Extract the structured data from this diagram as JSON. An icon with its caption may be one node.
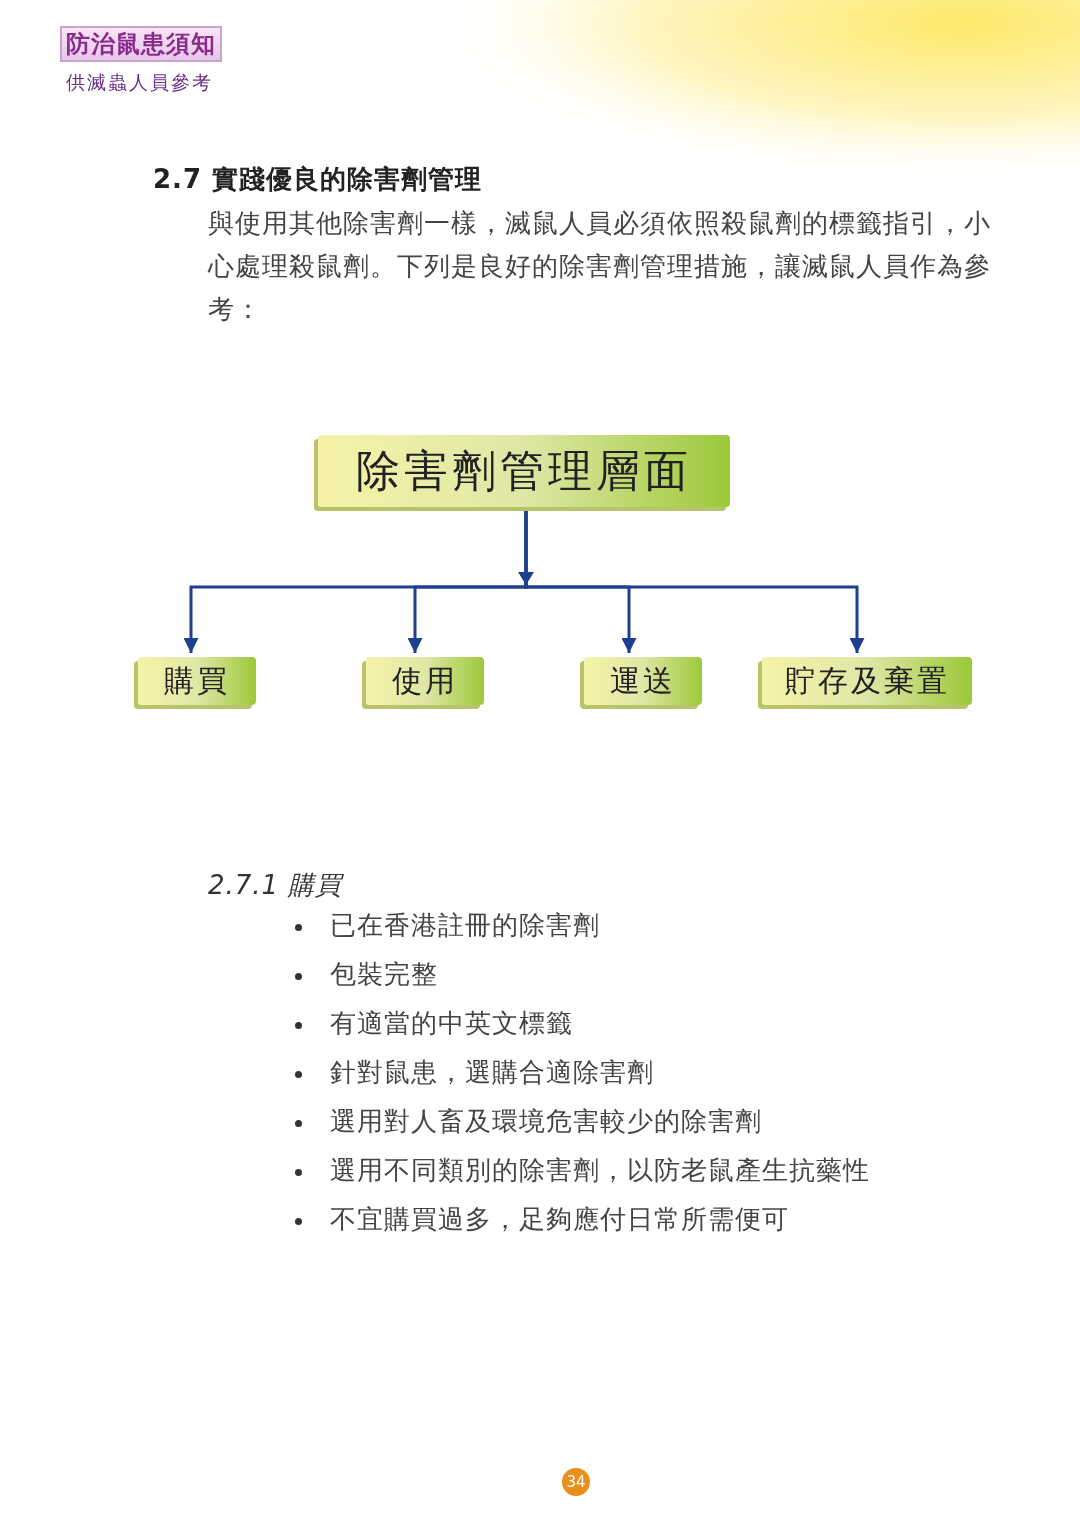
{
  "diagram": {
    "title": "2.7 實踐優良的除害劑管理",
    "nodes": [
      {
        "text": [
          "除害劑管理層面"
        ]
      },
      {
        "text": [
          "購買"
        ]
      },
      {
        "text": [
          "使用"
        ]
      },
      {
        "text": [
          "運送"
        ]
      },
      {
        "text": [
          "貯存及棄置"
        ]
      }
    ],
    "edges": [
      {
        "from": 0,
        "to": 1,
        "arrow": "to"
      },
      {
        "from": 0,
        "to": 2,
        "arrow": "to"
      },
      {
        "from": 0,
        "to": 3,
        "arrow": "to"
      },
      {
        "from": 0,
        "to": 4,
        "arrow": "to"
      }
    ],
    "labels": [
      "防治鼠患須知",
      "供滅蟲人員參考",
      "與使用其他除害劑一樣，滅鼠人員必須依照殺鼠劑的標籤指引，小心處理殺鼠劑。下列是良好的除害劑管理措施，讓滅鼠人員作為參考：",
      "2.7.1 購買",
      "已在香港註冊的除害劑",
      "包裝完整",
      "有適當的中英文標籤",
      "針對鼠患，選購合適除害劑",
      "選用對人畜及環境危害較少的除害劑",
      "選用不同類別的除害劑，以防老鼠產生抗藥性",
      "不宜購買過多，足夠應付日常所需便可",
      "34"
    ]
  }
}
